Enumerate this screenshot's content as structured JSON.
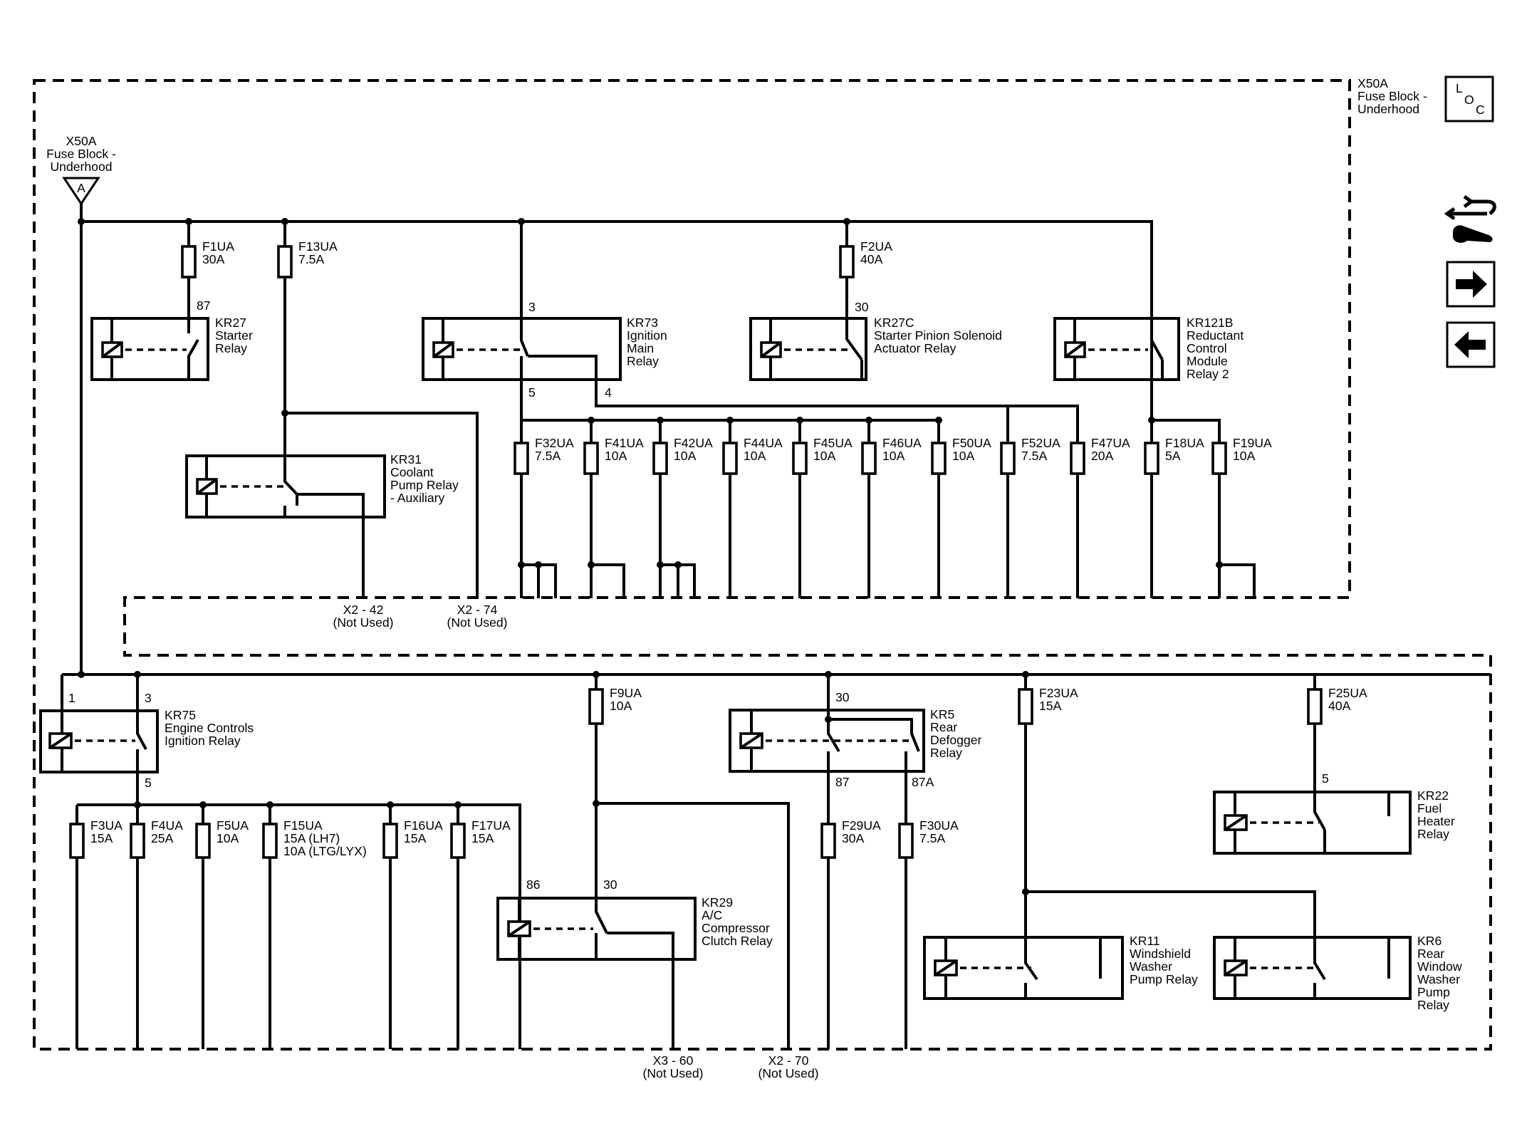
{
  "header": {
    "block_name": [
      "X50A",
      "Fuse Block -",
      "Underhood"
    ],
    "loc_icon": "loc-icon",
    "loc_letters": [
      "L",
      "O",
      "C"
    ]
  },
  "connector": {
    "lines": [
      "X50A",
      "Fuse Block -",
      "Underhood"
    ],
    "pin": "A"
  },
  "nav": {
    "icons": [
      "symbol-wrench-arrow-icon",
      "next-page-arrow-icon",
      "previous-page-arrow-icon"
    ]
  },
  "fuses": {
    "F1UA": [
      "F1UA",
      "30A"
    ],
    "F13UA": [
      "F13UA",
      "7.5A"
    ],
    "F2UA": [
      "F2UA",
      "40A"
    ],
    "F32UA": [
      "F32UA",
      "7.5A"
    ],
    "F41UA": [
      "F41UA",
      "10A"
    ],
    "F42UA": [
      "F42UA",
      "10A"
    ],
    "F44UA": [
      "F44UA",
      "10A"
    ],
    "F45UA": [
      "F45UA",
      "10A"
    ],
    "F46UA": [
      "F46UA",
      "10A"
    ],
    "F50UA": [
      "F50UA",
      "10A"
    ],
    "F52UA": [
      "F52UA",
      "7.5A"
    ],
    "F47UA": [
      "F47UA",
      "20A"
    ],
    "F18UA": [
      "F18UA",
      "5A"
    ],
    "F19UA": [
      "F19UA",
      "10A"
    ],
    "F9UA": [
      "F9UA",
      "10A"
    ],
    "F23UA": [
      "F23UA",
      "15A"
    ],
    "F25UA": [
      "F25UA",
      "40A"
    ],
    "F3UA": [
      "F3UA",
      "15A"
    ],
    "F4UA": [
      "F4UA",
      "25A"
    ],
    "F5UA": [
      "F5UA",
      "10A"
    ],
    "F15UA": [
      "F15UA",
      "15A (LH7)",
      "10A (LTG/LYX)"
    ],
    "F16UA": [
      "F16UA",
      "15A"
    ],
    "F17UA": [
      "F17UA",
      "15A"
    ],
    "F29UA": [
      "F29UA",
      "30A"
    ],
    "F30UA": [
      "F30UA",
      "7.5A"
    ]
  },
  "relays": {
    "KR27": [
      "KR27",
      "Starter",
      "Relay"
    ],
    "KR73": [
      "KR73",
      "Ignition",
      "Main",
      "Relay"
    ],
    "KR27C": [
      "KR27C",
      "Starter Pinion Solenoid",
      "Actuator Relay"
    ],
    "KR121B": [
      "KR121B",
      "Reductant",
      "Control",
      "Module",
      "Relay 2"
    ],
    "KR31": [
      "KR31",
      "Coolant",
      "Pump Relay",
      "- Auxiliary"
    ],
    "KR75": [
      "KR75",
      "Engine Controls",
      "Ignition Relay"
    ],
    "KR5": [
      "KR5",
      "Rear",
      "Defogger",
      "Relay"
    ],
    "KR22": [
      "KR22",
      "Fuel",
      "Heater",
      "Relay"
    ],
    "KR29": [
      "KR29",
      "A/C",
      "Compressor",
      "Clutch Relay"
    ],
    "KR11": [
      "KR11",
      "Windshield",
      "Washer",
      "Pump Relay"
    ],
    "KR6": [
      "KR6",
      "Rear",
      "Window",
      "Washer",
      "Pump",
      "Relay"
    ]
  },
  "pins": {
    "kr27_87": "87",
    "kr73_3": "3",
    "kr73_5": "5",
    "kr73_4": "4",
    "kr27c_30": "30",
    "kr75_1": "1",
    "kr75_3": "3",
    "kr75_5": "5",
    "kr5_30": "30",
    "kr5_87": "87",
    "kr5_87a": "87A",
    "kr22_5": "5",
    "kr29_86": "86",
    "kr29_30": "30"
  },
  "terminals": {
    "x2_42": [
      "X2 - 42",
      "(Not Used)"
    ],
    "x2_74": [
      "X2 - 74",
      "(Not Used)"
    ],
    "x3_60": [
      "X3 - 60",
      "(Not Used)"
    ],
    "x2_70": [
      "X2 - 70",
      "(Not Used)"
    ]
  }
}
